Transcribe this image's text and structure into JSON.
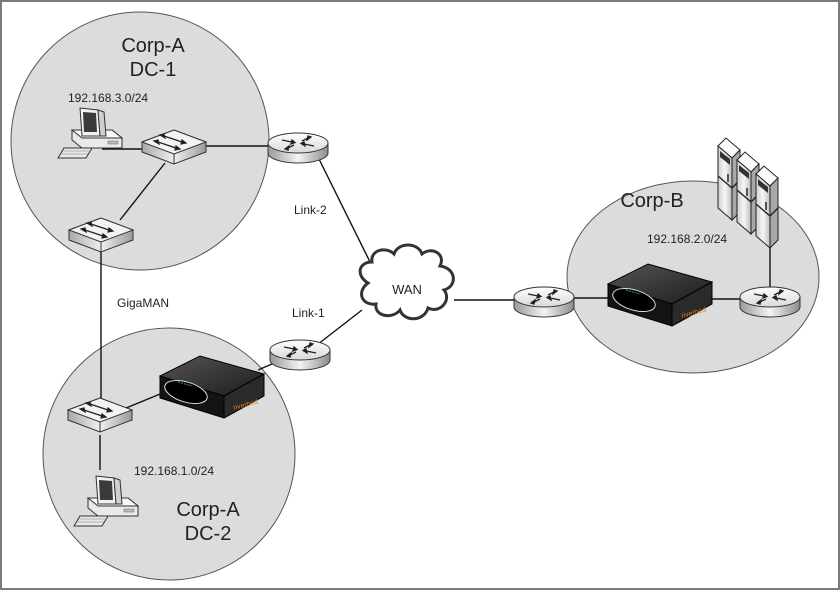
{
  "diagram": {
    "type": "network-topology",
    "sites": [
      {
        "id": "corp-a-dc1",
        "name_line1": "Corp-A",
        "name_line2": "DC-1",
        "subnet": "192.168.3.0/24"
      },
      {
        "id": "corp-a-dc2",
        "name_line1": "Corp-A",
        "name_line2": "DC-2",
        "subnet": "192.168.1.0/24"
      },
      {
        "id": "corp-b",
        "name_line1": "Corp-B",
        "name_line2": "",
        "subnet": "192.168.2.0/24"
      }
    ],
    "cloud": {
      "label": "WAN"
    },
    "links": {
      "link1": "Link-1",
      "link2": "Link-2",
      "metro": "GigaMAN"
    },
    "appliance_brand": "riverbed",
    "colors": {
      "site_fill": "#dcdcdc",
      "appliance_body": "#1a1a1a",
      "appliance_logo": "#e07b20",
      "frame_border": "#7a7a7a"
    }
  }
}
